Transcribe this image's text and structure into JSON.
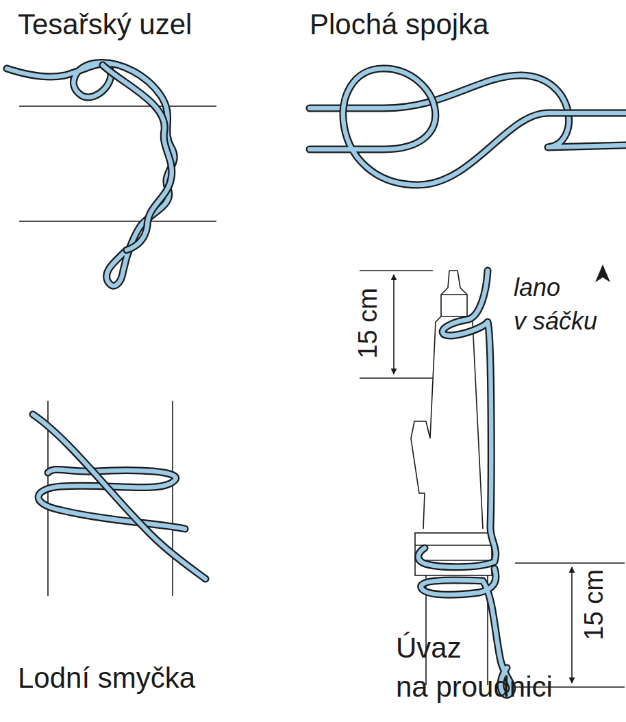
{
  "diagram": {
    "labels": [
      "Tesařský uzel",
      "Plochá spojka",
      "Lodní smyčka",
      "Úvaz na proudnici",
      "15 cm",
      "15 cm",
      "lano v sáčku"
    ]
  }
}
